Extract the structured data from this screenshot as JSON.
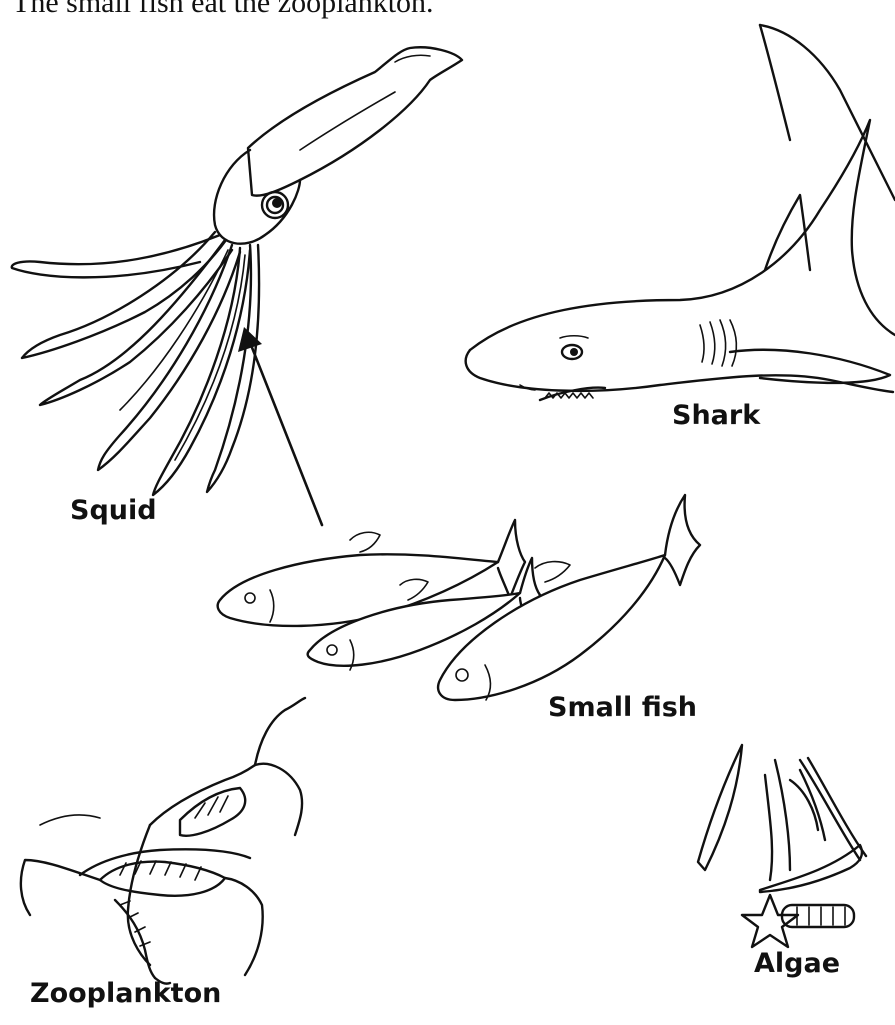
{
  "caption": "The small fish eat the zooplankton.",
  "organisms": {
    "squid": "Squid",
    "shark": "Shark",
    "small_fish": "Small fish",
    "zooplankton": "Zooplankton",
    "algae": "Algae"
  },
  "arrows": [
    {
      "from": "Small fish",
      "to": "Squid"
    }
  ],
  "colors": {
    "ink": "#111111",
    "background": "#ffffff"
  }
}
